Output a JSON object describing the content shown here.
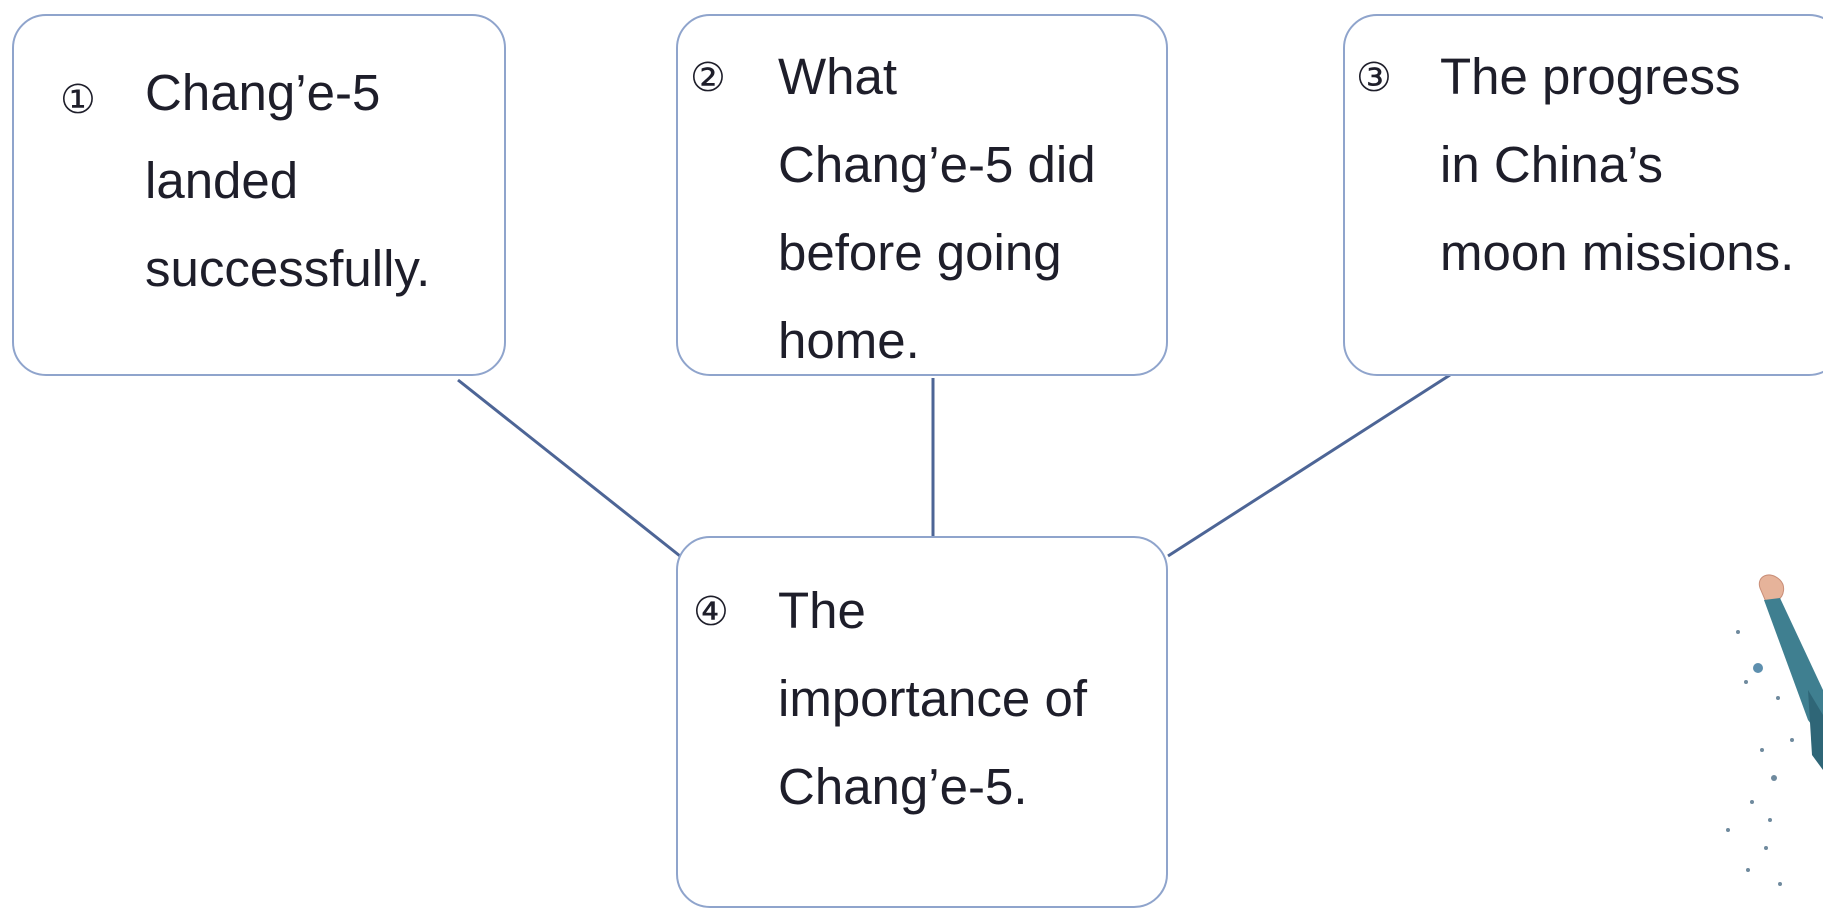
{
  "diagram": {
    "boxes": [
      {
        "number": "①",
        "text": "Chang’e-5\nlanded\nsuccessfully."
      },
      {
        "number": "②",
        "text": "What\nChang’e-5 did\nbefore going\nhome."
      },
      {
        "number": "③",
        "text": "The progress\nin China’s\nmoon missions."
      },
      {
        "number": "④",
        "text": "The\nimportance of\nChang’e-5."
      }
    ]
  },
  "colors": {
    "box_border": "#8fa4cc",
    "connector": "#4d6596",
    "text": "#1e1e2a"
  },
  "decoration": {
    "illustration": "astronaut-illustration"
  }
}
